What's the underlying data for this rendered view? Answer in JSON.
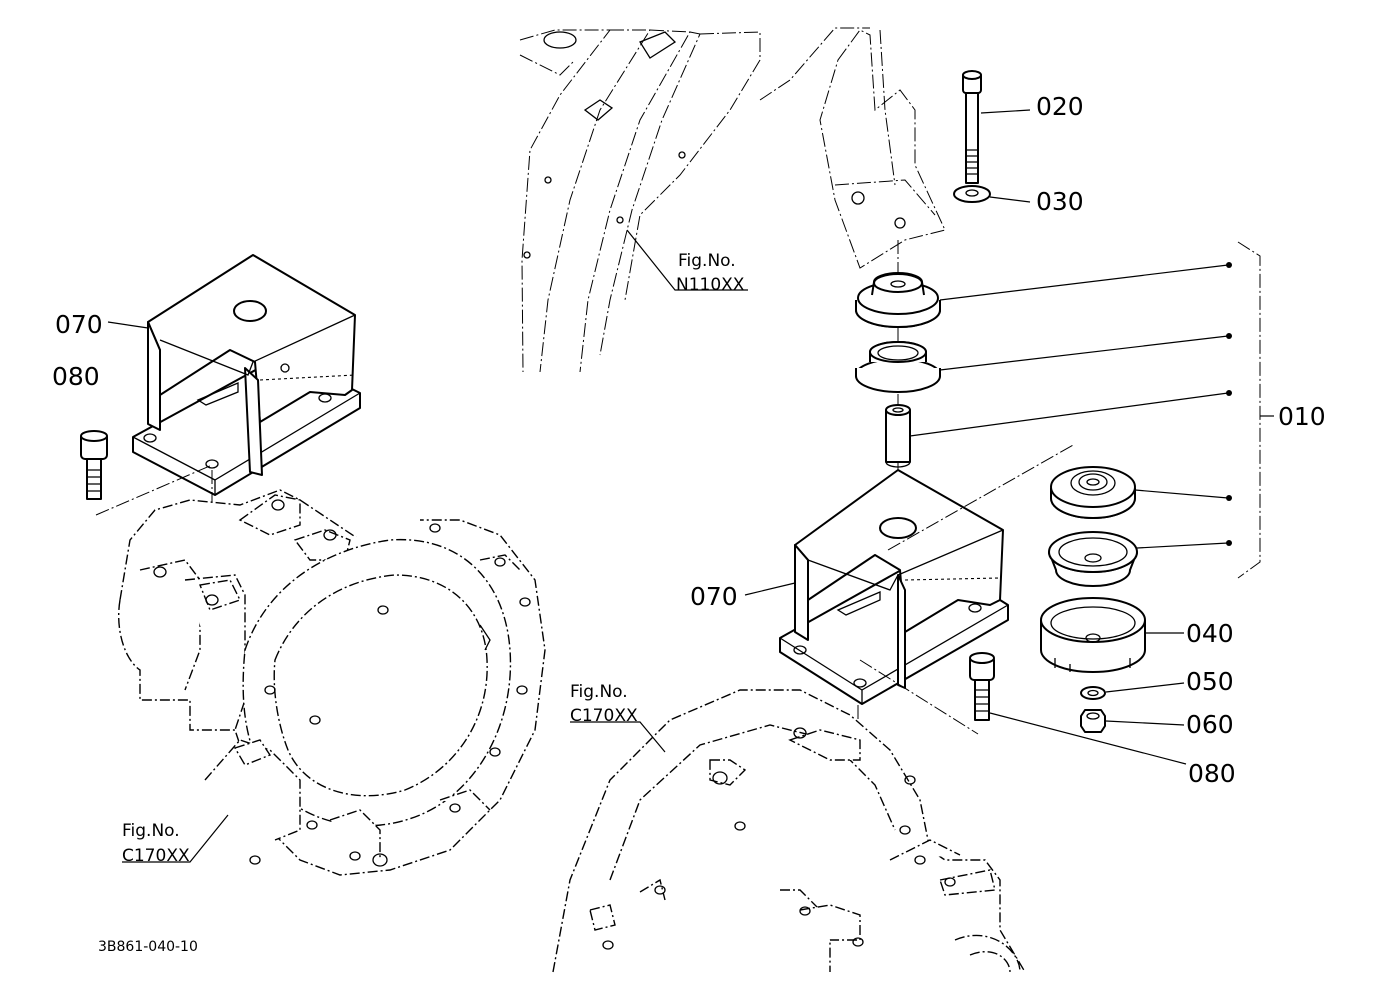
{
  "parts": {
    "p010": "010",
    "p020": "020",
    "p030": "030",
    "p040": "040",
    "p050": "050",
    "p060": "060",
    "p070_left": "070",
    "p070_right": "070",
    "p080_left": "080",
    "p080_right": "080"
  },
  "figrefs": {
    "n110": {
      "line1": "Fig.No.",
      "line2": "N110XX"
    },
    "c170_left": {
      "line1": "Fig.No.",
      "line2": "C170XX"
    },
    "c170_right": {
      "line1": "Fig.No.",
      "line2": "C170XX"
    }
  },
  "drawing_code": "3B861-040-10"
}
